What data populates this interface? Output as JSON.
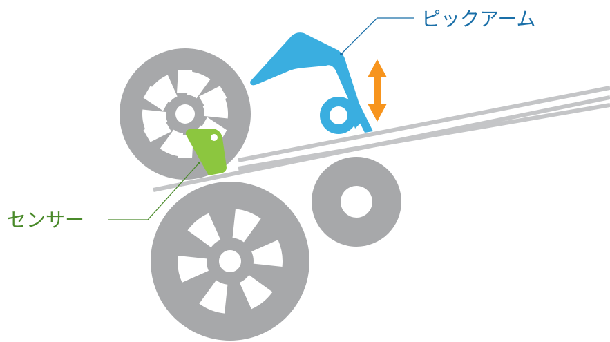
{
  "labels": {
    "pick_arm": "ピックアーム",
    "sensor": "センサー"
  },
  "colors": {
    "roller_gray": "#a7a8aa",
    "paper_gray": "#c4c5c7",
    "pick_arm_blue": "#3aaee0",
    "pick_arm_stroke": "#1a6fa8",
    "sensor_green": "#8cc63f",
    "sensor_stroke": "#4a8a2a",
    "arrow_orange": "#f7941d",
    "label_blue": "#1a6fa8",
    "label_green": "#4a8a2a"
  },
  "icons": {
    "motion_arrow": "double-arrow-vertical"
  }
}
